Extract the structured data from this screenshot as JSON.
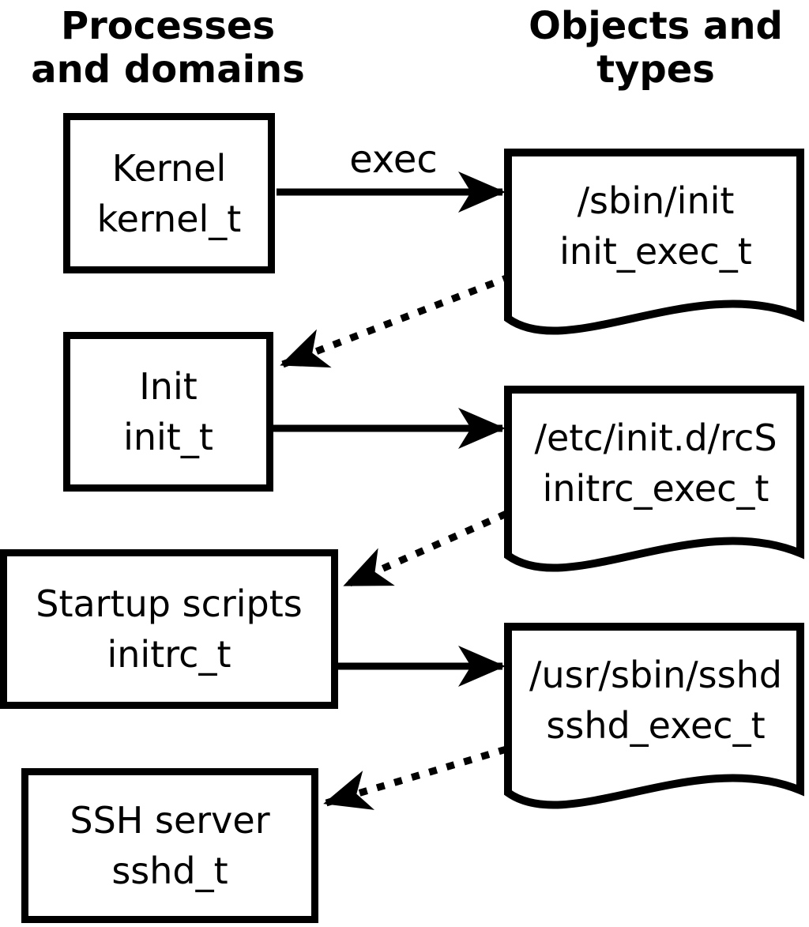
{
  "columns": {
    "left": {
      "line1": "Processes",
      "line2": "and domains"
    },
    "right": {
      "line1": "Objects and",
      "line2": "types"
    }
  },
  "process_boxes": [
    {
      "label": "Kernel",
      "domain": "kernel_t"
    },
    {
      "label": "Init",
      "domain": "init_t"
    },
    {
      "label": "Startup scripts",
      "domain": "initrc_t"
    },
    {
      "label": "SSH server",
      "domain": "sshd_t"
    }
  ],
  "object_files": [
    {
      "path": "/sbin/init",
      "type": "init_exec_t"
    },
    {
      "path": "/etc/init.d/rcS",
      "type": "initrc_exec_t"
    },
    {
      "path": "/usr/sbin/sshd",
      "type": "sshd_exec_t"
    }
  ],
  "arrows": {
    "exec_label": "exec"
  },
  "colors": {
    "foreground": "#000000",
    "background": "#ffffff"
  }
}
